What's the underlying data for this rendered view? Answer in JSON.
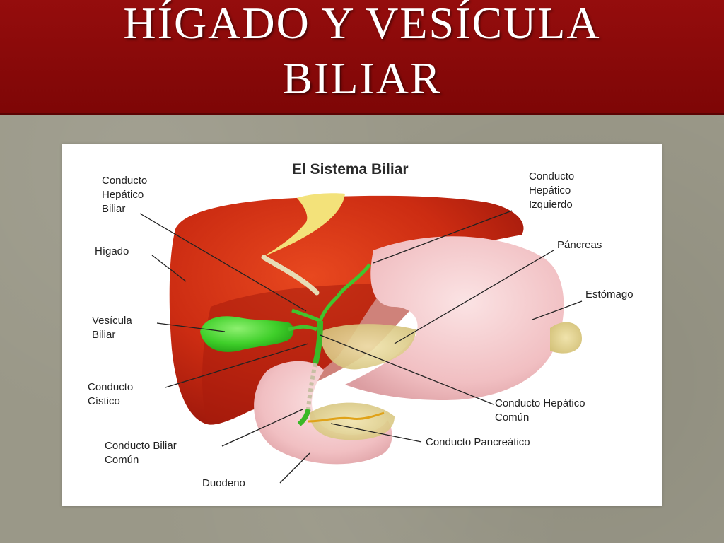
{
  "slide": {
    "title_line1": "Hígado y vesícula",
    "title_line2": "biliar"
  },
  "figure": {
    "title": "El Sistema Biliar",
    "labels": {
      "conducto_hepatico_biliar": "Conducto\nHepático\nBiliar",
      "higado": "Hígado",
      "vesicula_biliar": "Vesícula\nBiliar",
      "conducto_cistico": "Conducto\nCístico",
      "conducto_biliar_comun": "Conducto Biliar\nComún",
      "duodeno": "Duodeno",
      "conducto_hepatico_izquierdo": "Conducto\nHepático\nIzquierdo",
      "pancreas": "Páncreas",
      "estomago": "Estómago",
      "conducto_hepatico_comun": "Conducto Hepático\nComún",
      "conducto_pancreatico": "Conducto Pancreático"
    }
  },
  "colors": {
    "title_bar": "#8c0a0a",
    "liver": "#d8361a",
    "liver_dark": "#b01e10",
    "gallbladder": "#3fcf2a",
    "stomach": "#f2c2c4",
    "pancreas": "#e6d79a",
    "fat": "#f3e27a"
  }
}
